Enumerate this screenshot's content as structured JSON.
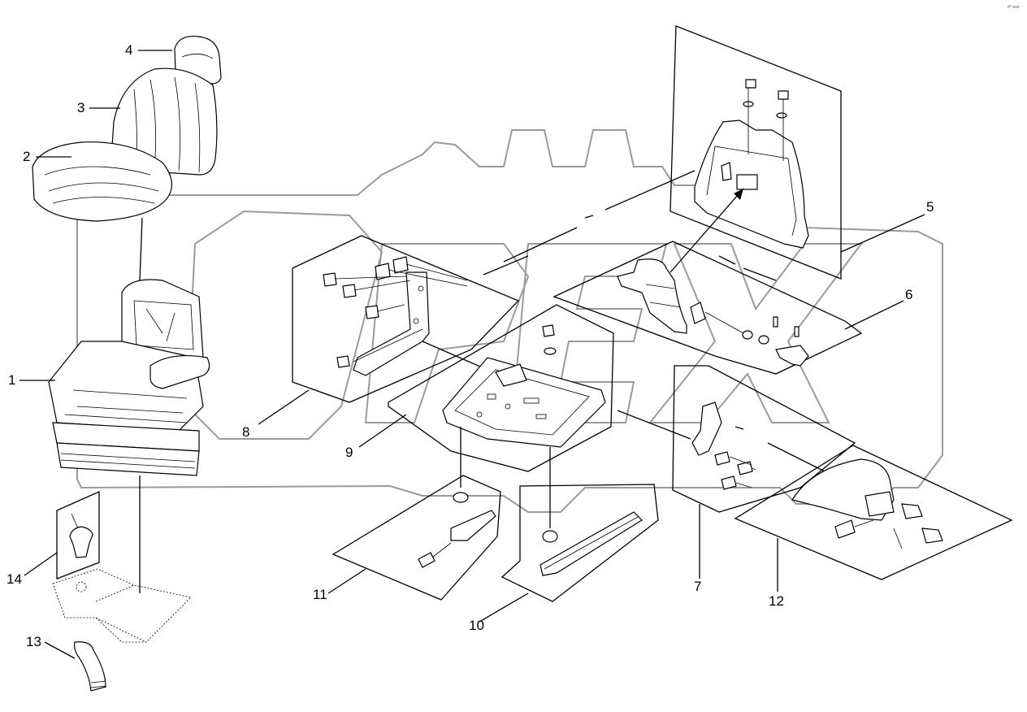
{
  "corner_mark": "d° ooo",
  "watermark": "OPEX",
  "callouts": [
    {
      "id": "1",
      "text": "1"
    },
    {
      "id": "2",
      "text": "2"
    },
    {
      "id": "3",
      "text": "3"
    },
    {
      "id": "4",
      "text": "4"
    },
    {
      "id": "5",
      "text": "5"
    },
    {
      "id": "6",
      "text": "6"
    },
    {
      "id": "7",
      "text": "7"
    },
    {
      "id": "8",
      "text": "8"
    },
    {
      "id": "9",
      "text": "9"
    },
    {
      "id": "10",
      "text": "10"
    },
    {
      "id": "11",
      "text": "11"
    },
    {
      "id": "12",
      "text": "12"
    },
    {
      "id": "13",
      "text": "13"
    },
    {
      "id": "14",
      "text": "14"
    }
  ]
}
